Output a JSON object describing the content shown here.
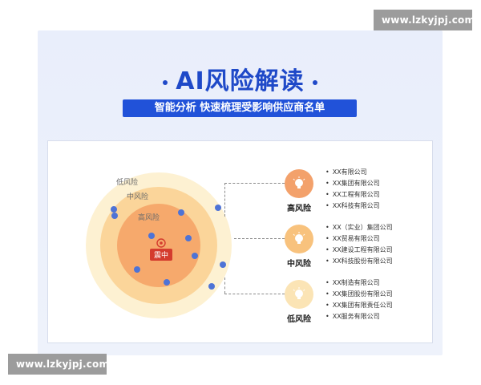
{
  "watermarks": {
    "top": "www.lzkyjpj.com",
    "bottom": "www.lzkyjpj.com"
  },
  "header": {
    "title": "AI风险解读",
    "subtitle": "智能分析 快速梳理受影响供应商名单"
  },
  "diagram": {
    "ring_labels": {
      "low": "低风险",
      "mid": "中风险",
      "high": "高风险"
    },
    "center_label": "震中",
    "colors": {
      "outer": "#fdf1d2",
      "middle": "#fbd59a",
      "inner": "#f6a96c",
      "pin": "#4e73d6",
      "center": "#d43b2e"
    }
  },
  "risk_levels": [
    {
      "label": "高风险",
      "icon": "bulb-icon",
      "color": "#f3a16b",
      "companies": [
        "XX有限公司",
        "XX集团有限公司",
        "XX工程有限公司",
        "XX科技有限公司"
      ]
    },
    {
      "label": "中风险",
      "icon": "bulb-icon",
      "color": "#f8c27d",
      "companies": [
        "XX（实业）集团公司",
        "XX贸易有限公司",
        "XX建设工程有限公司",
        "XX科技股份有限公司"
      ]
    },
    {
      "label": "低风险",
      "icon": "bulb-icon",
      "color": "#fbe4b5",
      "companies": [
        "XX制造有限公司",
        "XX集团股份有限公司",
        "XX集团有限责任公司",
        "XX服务有限公司"
      ]
    }
  ]
}
